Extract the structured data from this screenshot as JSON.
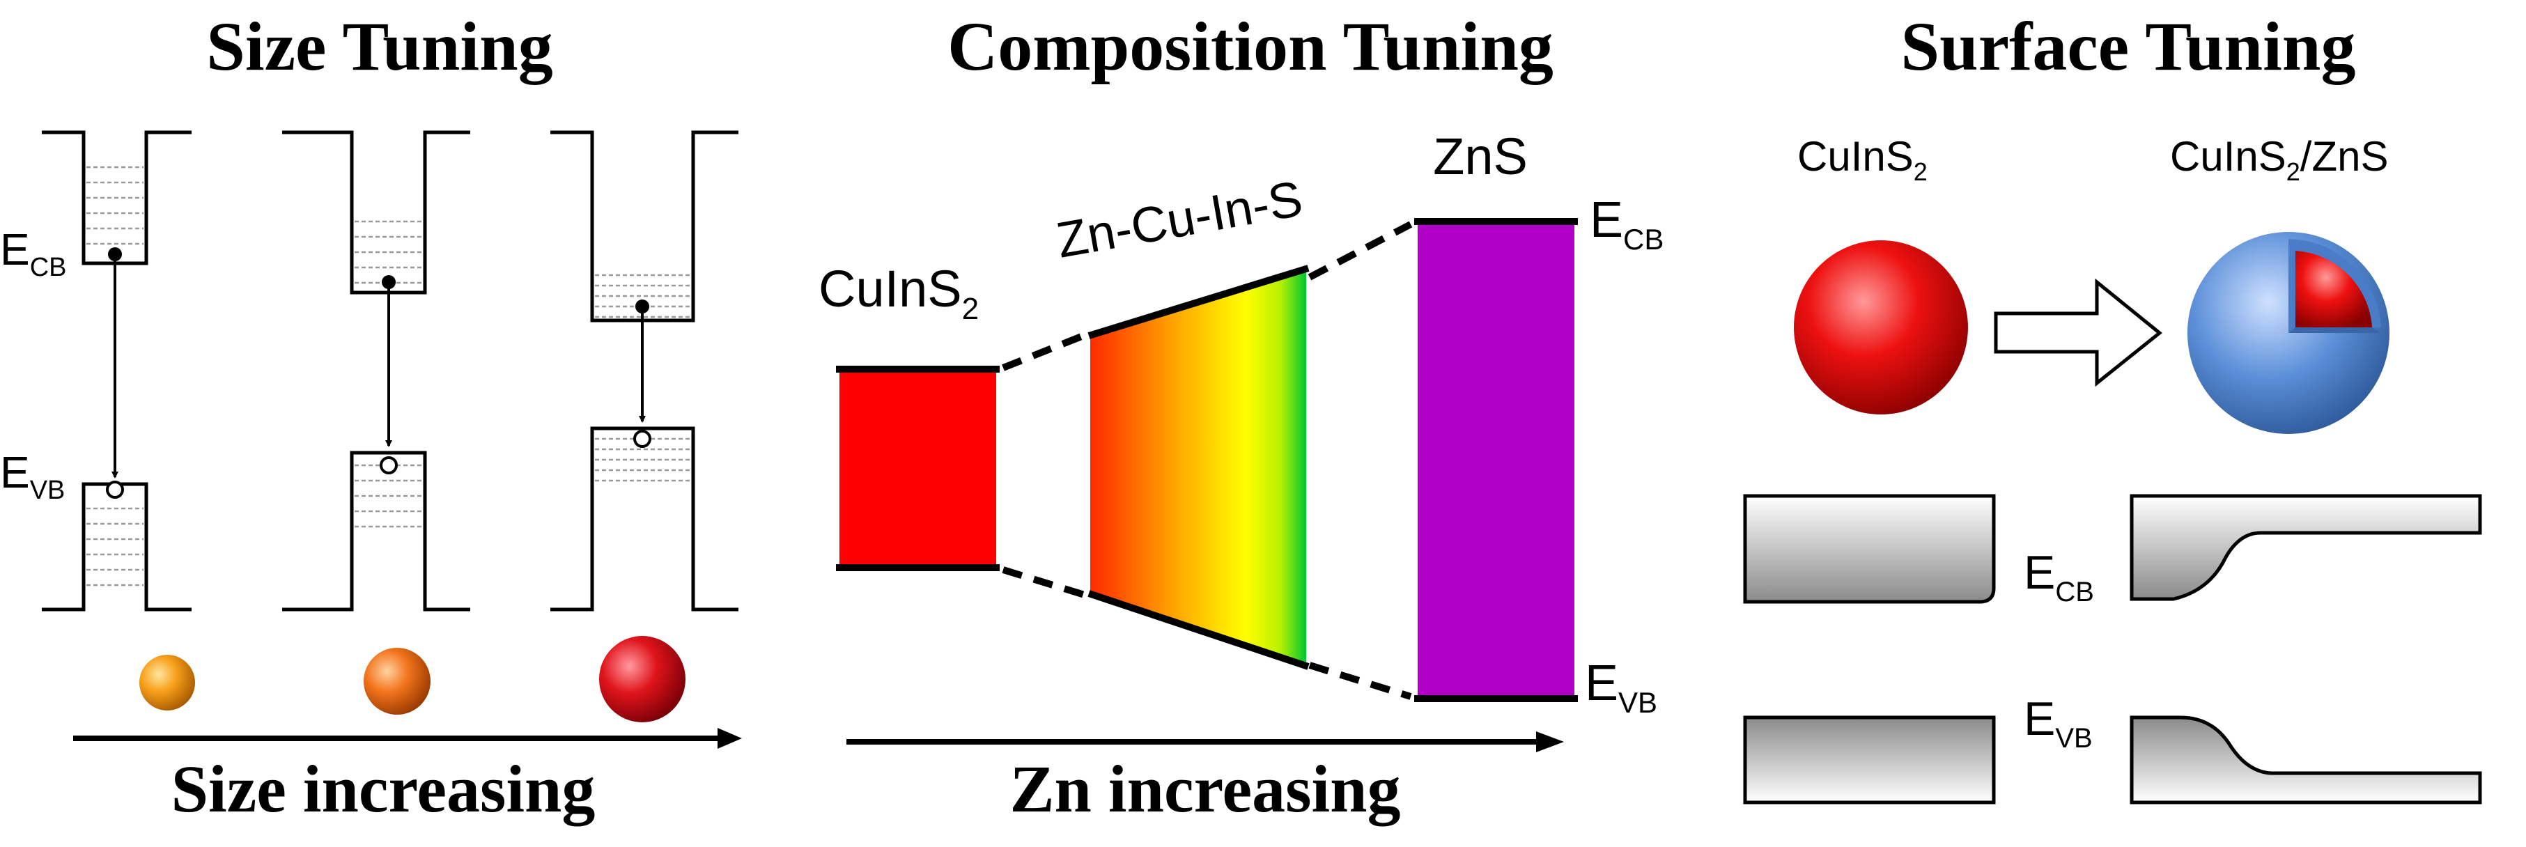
{
  "panels": {
    "size": {
      "title": "Size Tuning",
      "ecb_label": "E",
      "ecb_sub": "CB",
      "evb_label": "E",
      "evb_sub": "VB",
      "axis_label": "Size increasing"
    },
    "composition": {
      "title": "Composition Tuning",
      "cuins2_label": "CuInS",
      "cuins2_sub": "2",
      "zncuins_label": "Zn-Cu-In-S",
      "zns_label": "ZnS",
      "ecb_label": "E",
      "ecb_sub": "CB",
      "evb_label": "E",
      "evb_sub": "VB",
      "axis_label": "Zn increasing"
    },
    "surface": {
      "title": "Surface Tuning",
      "core_label": "CuInS",
      "core_sub": "2",
      "coreshell_label_a": "CuInS",
      "coreshell_sub": "2",
      "coreshell_label_b": "/ZnS",
      "ecb_label": "E",
      "ecb_sub": "CB",
      "evb_label": "E",
      "evb_sub": "VB"
    }
  },
  "colors": {
    "cuins2_band": "#ff0000",
    "zns_band": "#b000c8",
    "gradient": [
      "#ff2a00",
      "#ff9900",
      "#ffff00",
      "#00c832"
    ],
    "dot_small": "#f7a01b",
    "dot_medium": "#f2741d",
    "dot_large": "#e0141b",
    "shell": "#5b8fd8",
    "core": "#ee1111"
  }
}
